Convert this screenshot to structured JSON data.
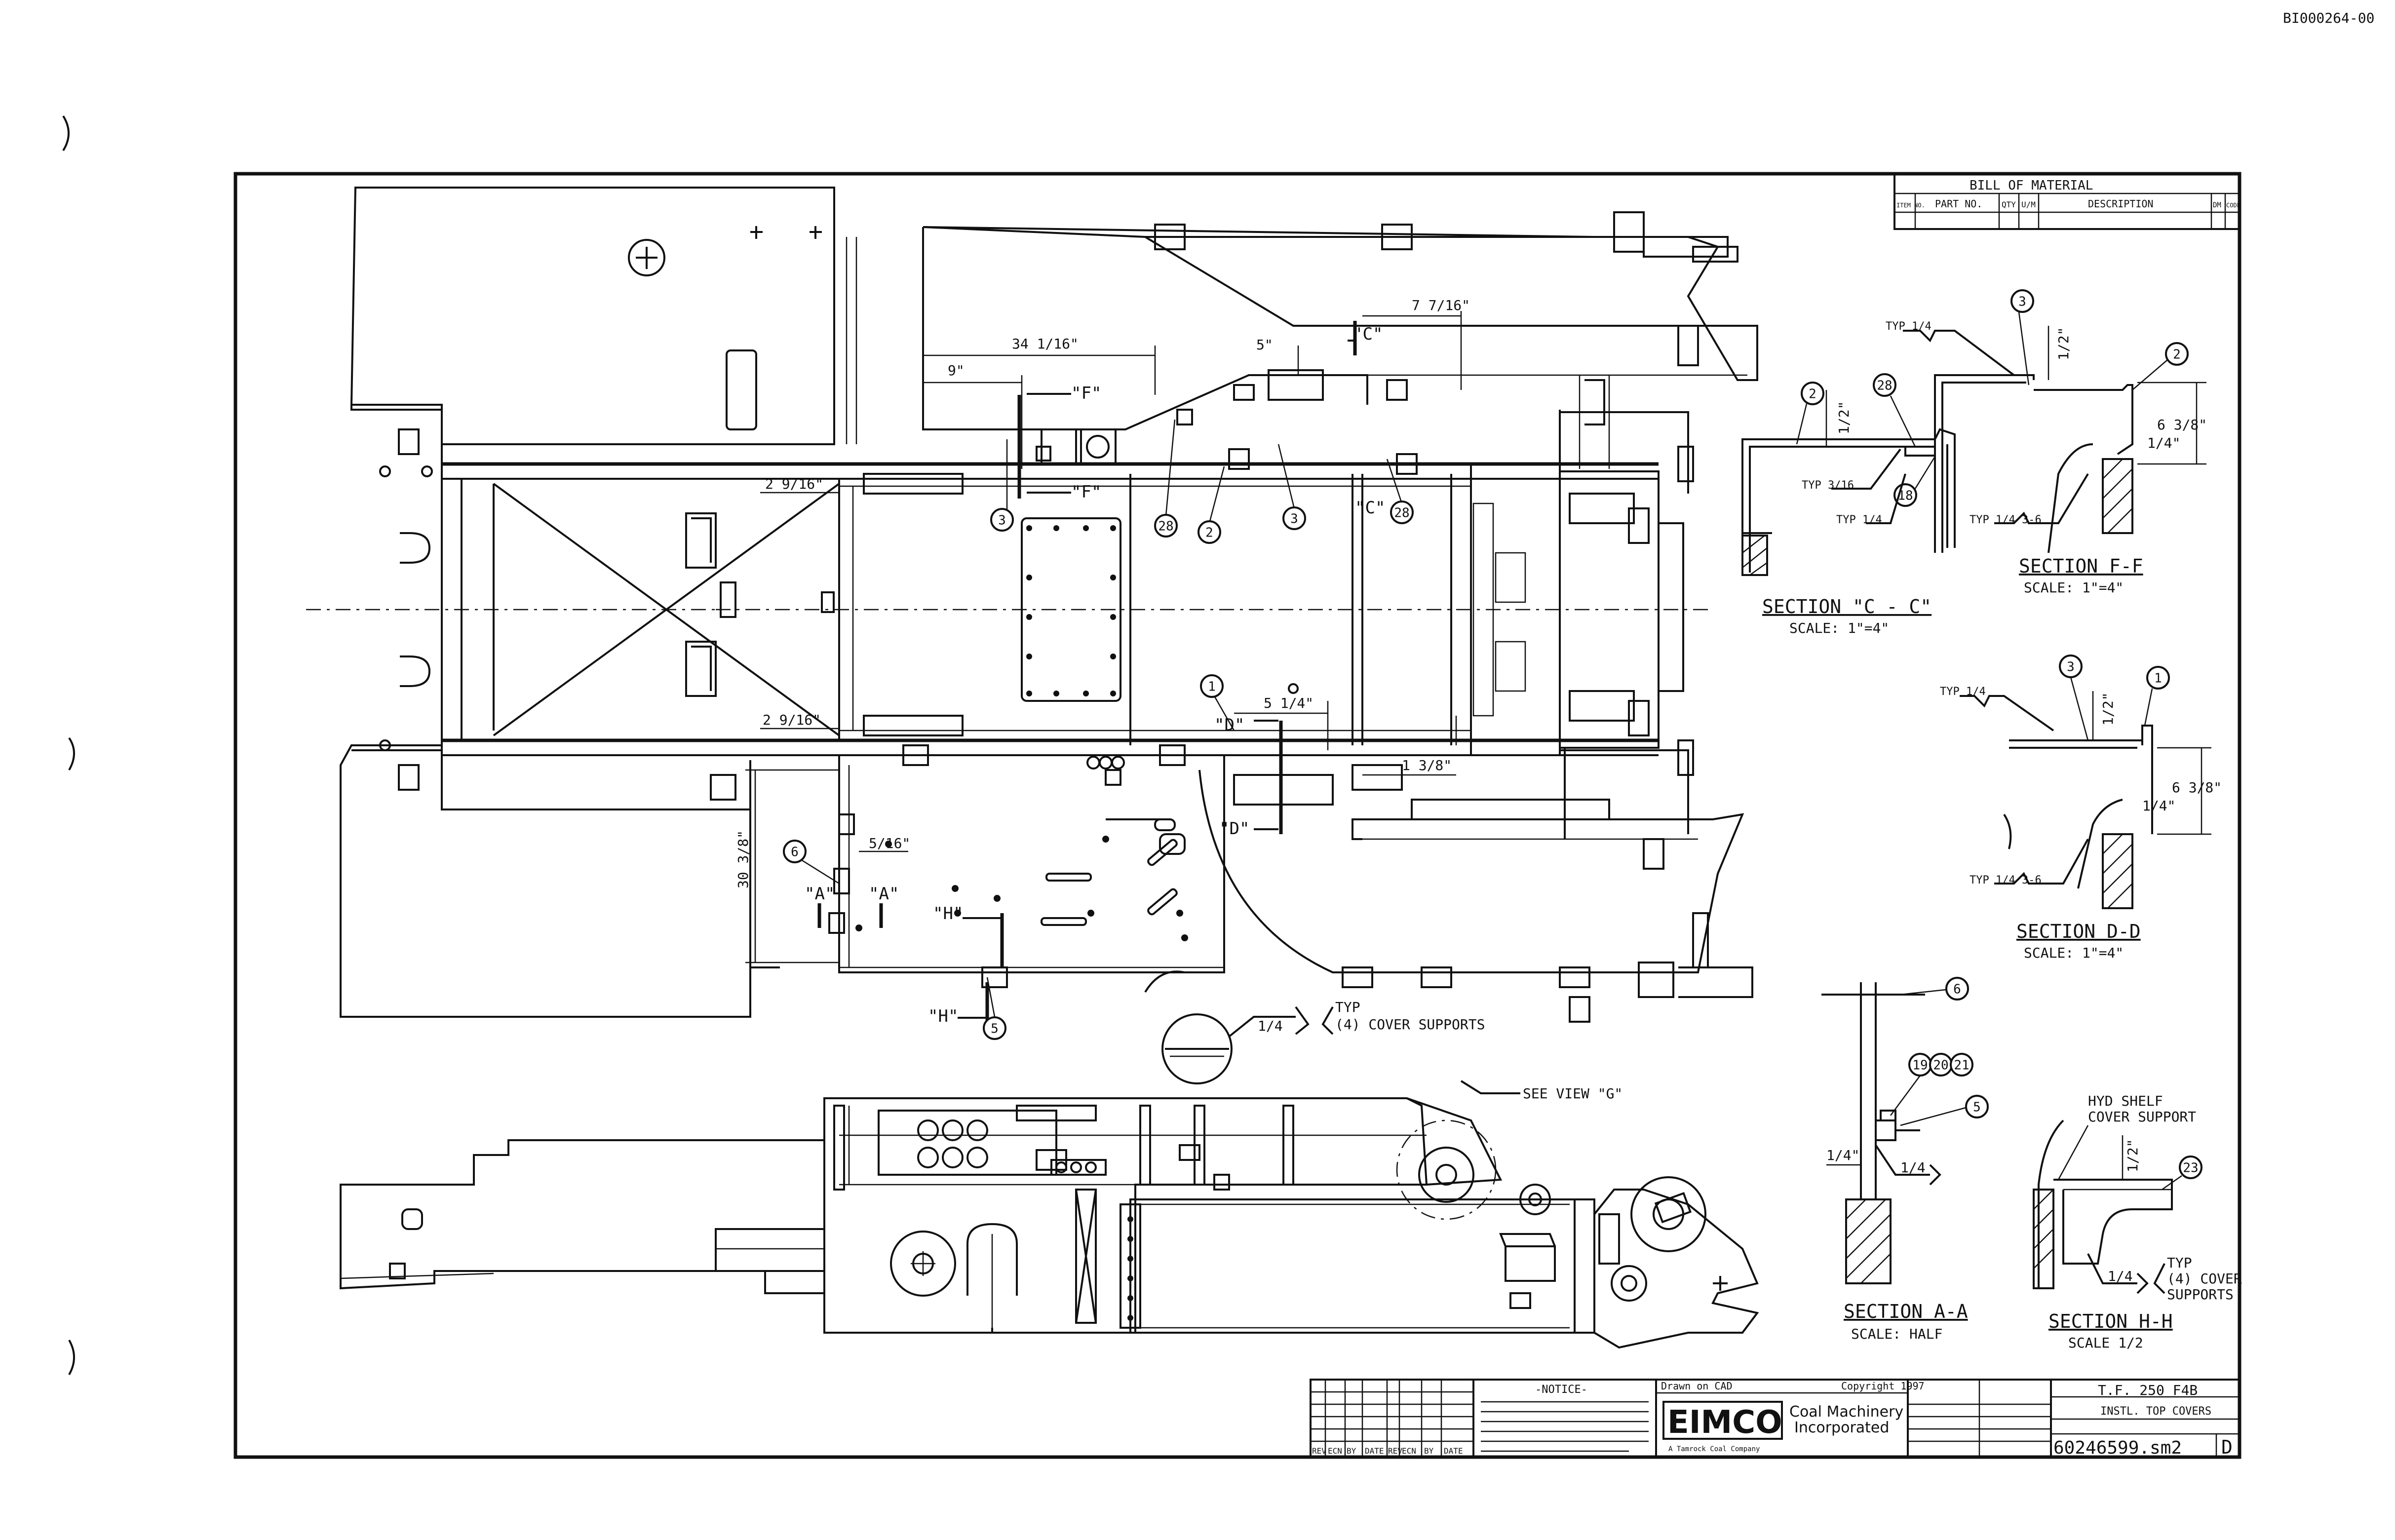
{
  "sheet_id": "BI000264-00",
  "bom": {
    "title": "BILL OF MATERIAL",
    "columns": [
      "ITEM NO.",
      "PART NO.",
      "QTY",
      "U/M",
      "DESCRIPTION",
      "DM",
      "CODE"
    ]
  },
  "main_view_labels": {
    "dim_7_7_16": "7 7/16\"",
    "dim_34_1_16": "34 1/16\"",
    "dim_9": "9\"",
    "dim_5": "5\"",
    "sec_c_top": "\"C\"",
    "sec_c_bot": "\"C\"",
    "sec_f_top": "\"F\"",
    "sec_f_bot": "\"F\"",
    "dim_2_9_16_top": "2 9/16\"",
    "dim_2_9_16_bot": "2 9/16\"",
    "dim_5_1_4": "5 1/4\"",
    "dim_1_3_8": "1 3/8\"",
    "sec_d_top": "\"D\"",
    "sec_d_bot": "\"D\"",
    "dim_5_16": "5/16\"",
    "dim_30_3_8": "30 3/8\"",
    "sec_a_left": "\"A\"",
    "sec_a_right": "\"A\"",
    "sec_h_top": "\"H\"",
    "sec_h_bot": "\"H\"",
    "weld_cover": "1/4",
    "typ": "TYP",
    "cover_supports": "(4) COVER SUPPORTS",
    "see_view": "SEE VIEW \"G\""
  },
  "balloons": {
    "b3a": "3",
    "b28a": "28",
    "b2a": "2",
    "b3b": "3",
    "b28b": "28",
    "b1": "1",
    "b6": "6",
    "b5": "5",
    "cc_2": "2",
    "cc_28": "28",
    "cc_18": "18",
    "ff_3": "3",
    "ff_2": "2",
    "dd_3": "3",
    "dd_1": "1",
    "aa_6": "6",
    "aa_19": "19",
    "aa_20": "20",
    "aa_21": "21",
    "aa_5": "5",
    "hh_23": "23"
  },
  "sections": {
    "cc": {
      "title": "SECTION \"C - C\"",
      "scale": "SCALE: 1\"=4\"",
      "half": "1/2\"",
      "w1": "TYP 3/16",
      "w2": "TYP 1/4",
      "w3": "TYP 1/4"
    },
    "ff": {
      "title": "SECTION F-F",
      "scale": "SCALE: 1\"=4\"",
      "half": "1/2\"",
      "dim1": "6 3/8\"",
      "dim2": "1/4\"",
      "w1": "TYP 1/4",
      "w2": "TYP 1/4 3-6"
    },
    "dd": {
      "title": "SECTION D-D",
      "scale": "SCALE: 1\"=4\"",
      "half": "1/2\"",
      "dim1": "6 3/8\"",
      "dim2": "1/4\"",
      "w1": "TYP 1/4",
      "w2": "TYP 1/4 3-6"
    },
    "aa": {
      "title": "SECTION A-A",
      "scale": "SCALE: HALF",
      "w1": "1/4\"",
      "w2": "1/4"
    },
    "hh": {
      "title": "SECTION H-H",
      "scale": "SCALE 1/2",
      "label1": "HYD SHELF",
      "label2": "COVER SUPPORT",
      "half": "1/2\"",
      "w1": "1/4",
      "typ": "TYP",
      "label3": "(4) COVER",
      "label4": "SUPPORTS"
    }
  },
  "title_block": {
    "notice": "-NOTICE-",
    "drawn_on": "Drawn on CAD",
    "copyright": "Copyright 1997",
    "company_logo": "EIMCO",
    "company_line1": "Coal Machinery",
    "company_line2": "Incorporated",
    "company_line3": "A Tamrock Coal Company",
    "title_line1": "T.F. 250 F4B",
    "title_line2": "INSTL. TOP COVERS",
    "drawing_number": "60246599.sm2",
    "revision": "D",
    "rev_col_headers": [
      "REV",
      "ECN",
      "BY",
      "DATE",
      "REV",
      "ECN",
      "BY",
      "DATE"
    ]
  }
}
